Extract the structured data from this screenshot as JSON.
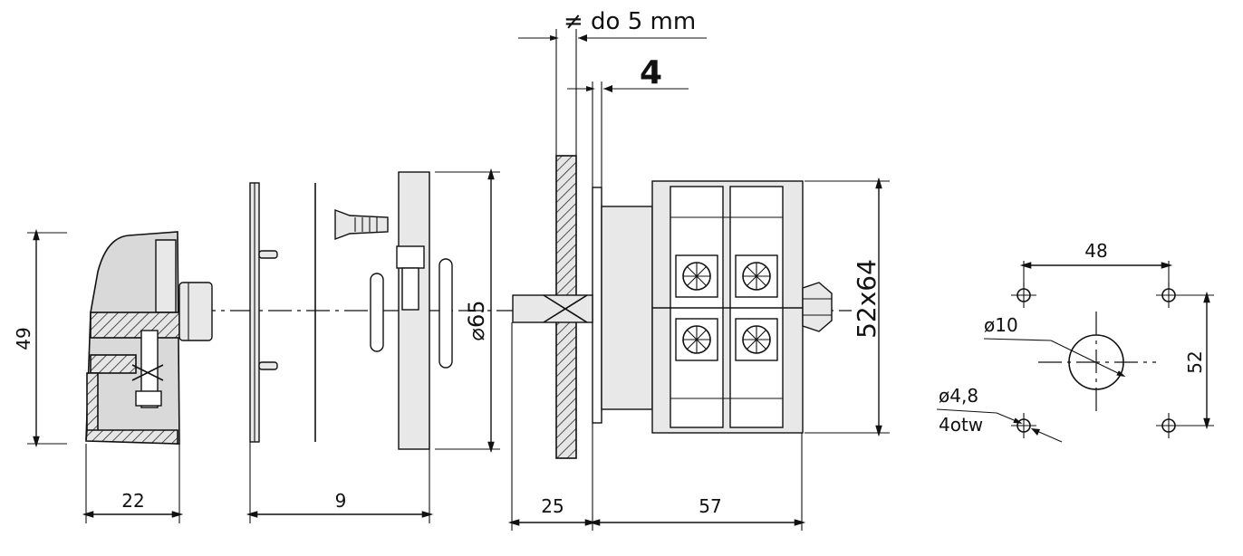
{
  "dimensions": {
    "gap_label": "≠ do 5 mm",
    "plate_label": "4",
    "height_49": "49",
    "width_22": "22",
    "width_9": "9",
    "diameter_65": "⌀65",
    "width_25": "25",
    "width_57": "57",
    "size_52x64": "52x64"
  },
  "mounting": {
    "spacing_x": "48",
    "spacing_y": "52",
    "center_hole": "ø10",
    "holes": "ø4,8",
    "holes_count": "4otw"
  }
}
